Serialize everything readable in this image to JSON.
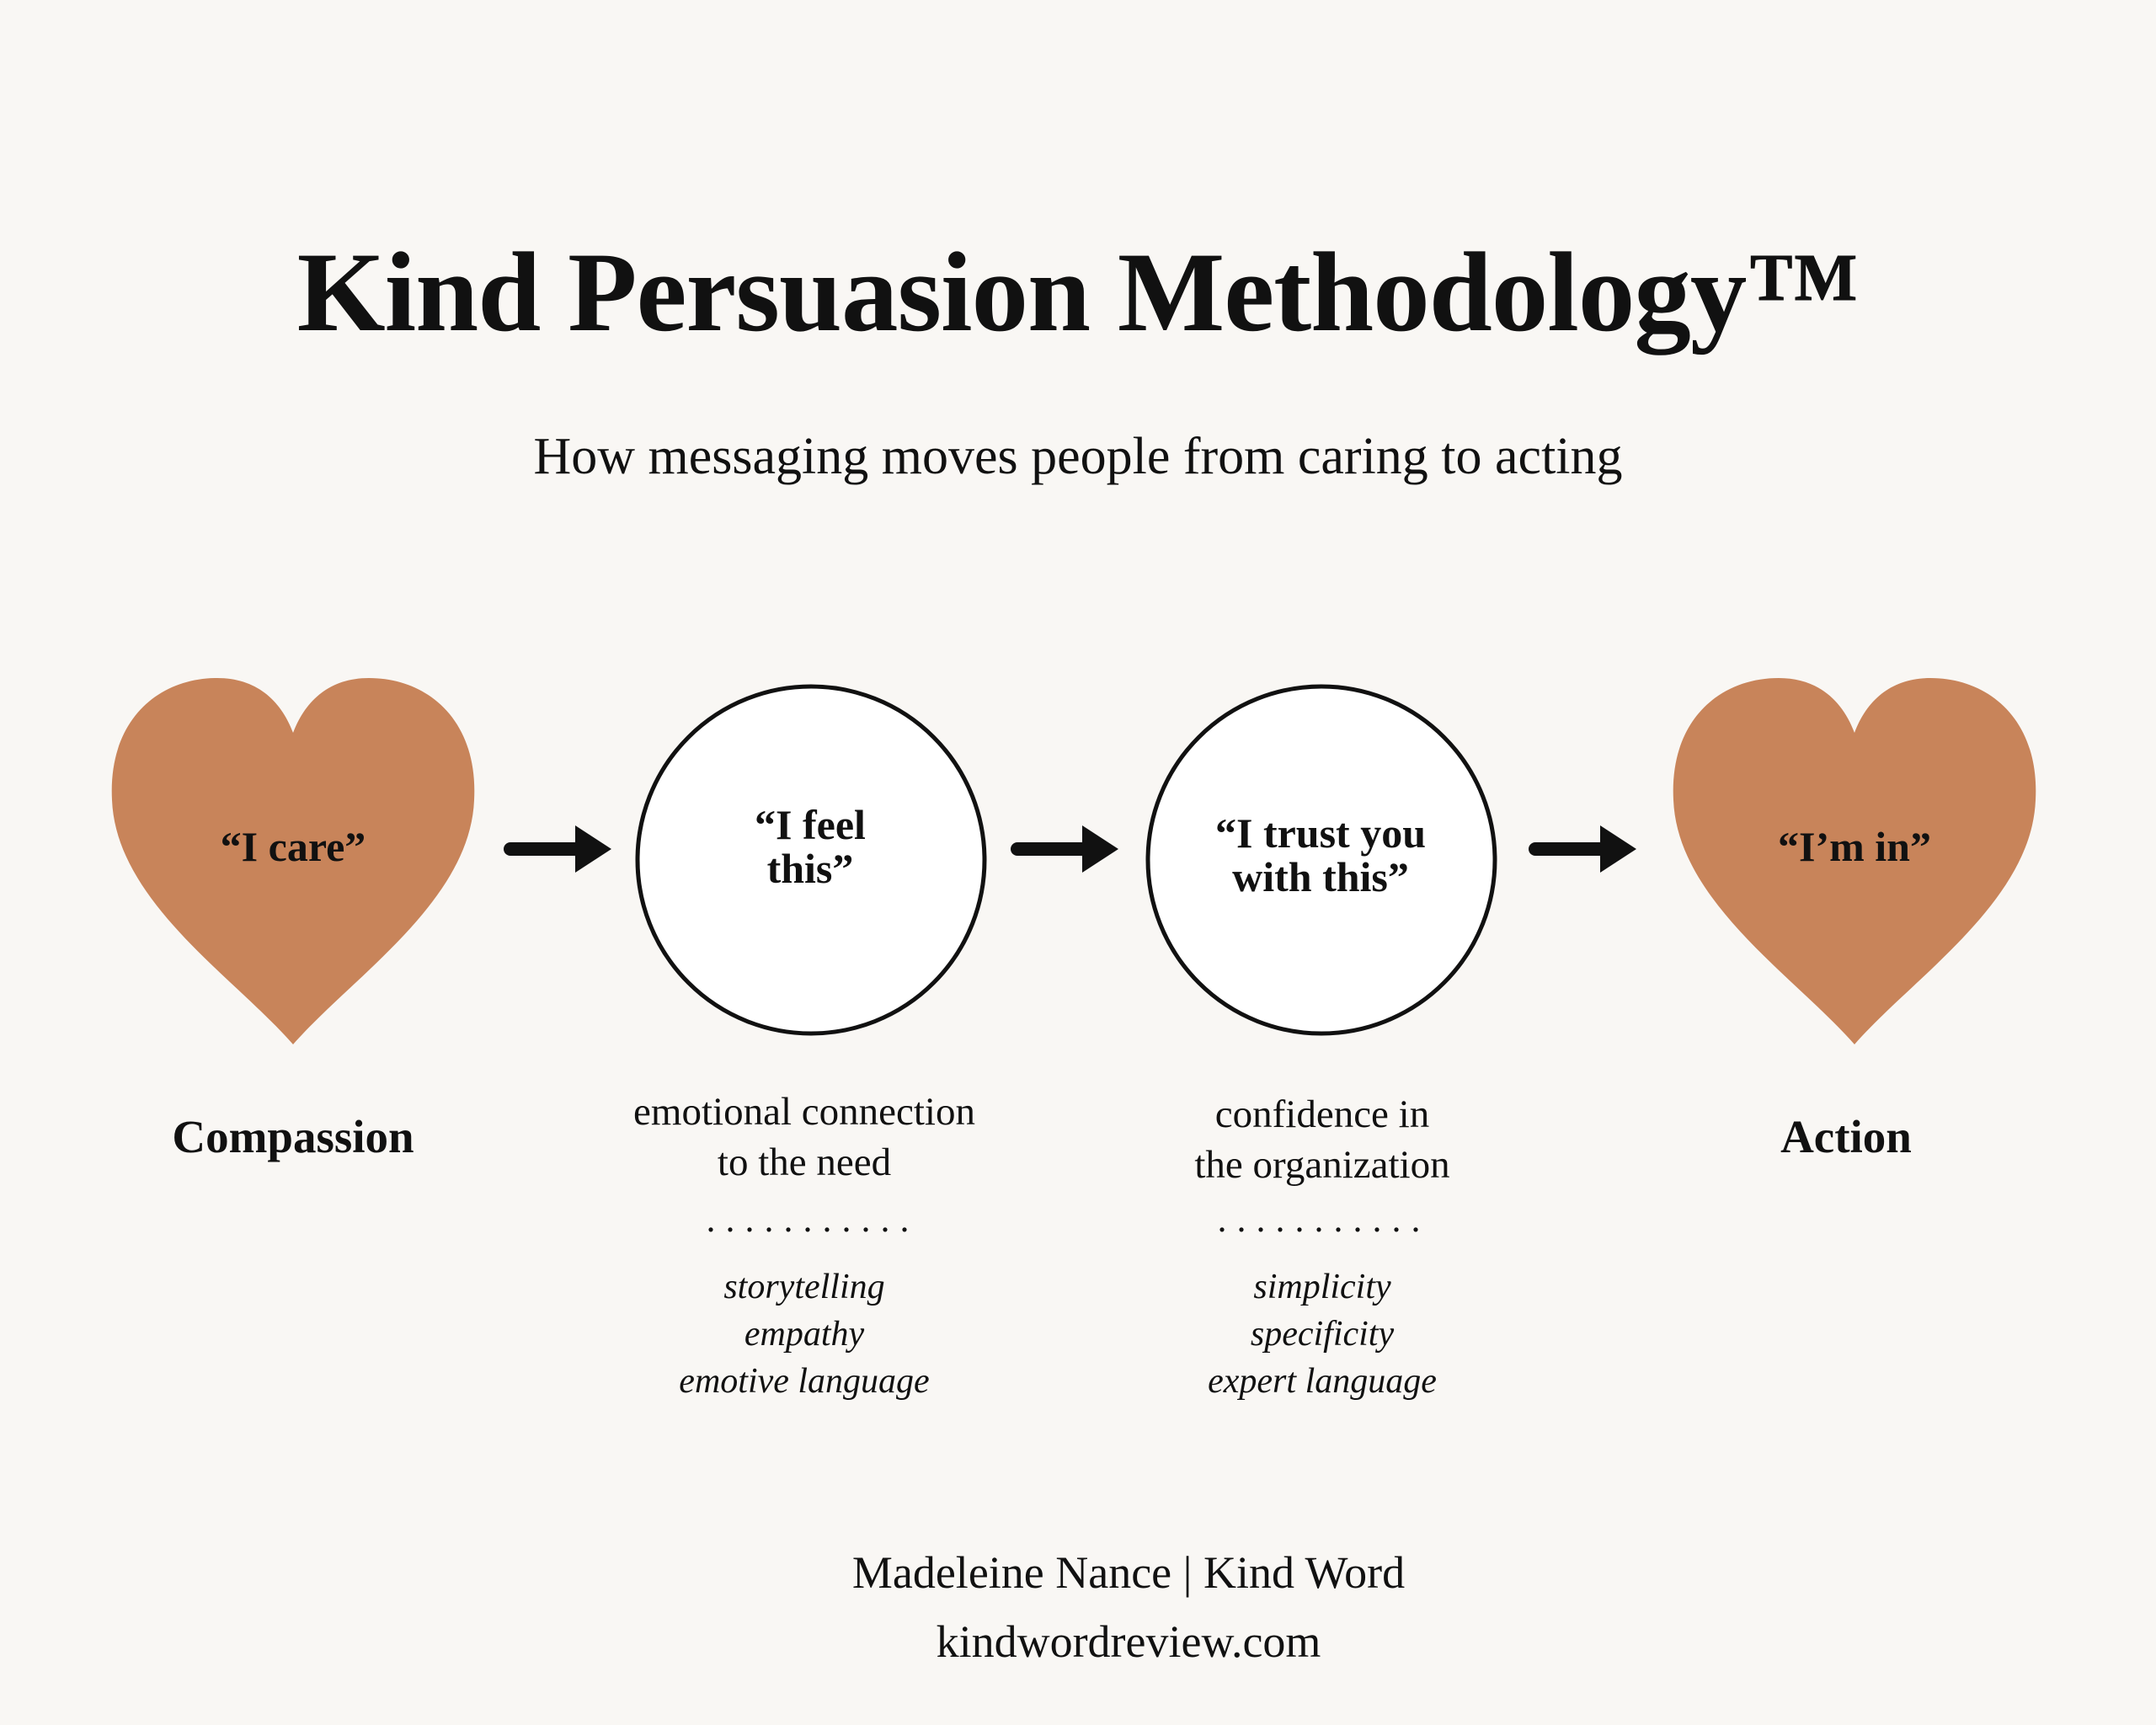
{
  "title": "Kind Persuasion Methodology™",
  "subtitle": "How messaging moves people from caring to acting",
  "colors": {
    "heart": "#c8845a",
    "background": "#f9f7f4",
    "ink": "#111111"
  },
  "nodes": [
    {
      "quote": "“I care”",
      "label": "Compassion",
      "shape": "heart"
    },
    {
      "quote": "“I feel\nthis”",
      "description": "emotional connection\nto the need",
      "divider": "...........",
      "techniques": [
        "storytelling",
        "empathy",
        "emotive language"
      ],
      "shape": "circle"
    },
    {
      "quote": "“I trust you\nwith this”",
      "description": "confidence in\nthe organization",
      "divider": "...........",
      "techniques": [
        "simplicity",
        "specificity",
        "expert language"
      ],
      "shape": "circle"
    },
    {
      "quote": "“I’m in”",
      "label": "Action",
      "shape": "heart"
    }
  ],
  "footer": {
    "author": "Madeleine Nance | Kind Word",
    "website": "kindwordreview.com"
  }
}
